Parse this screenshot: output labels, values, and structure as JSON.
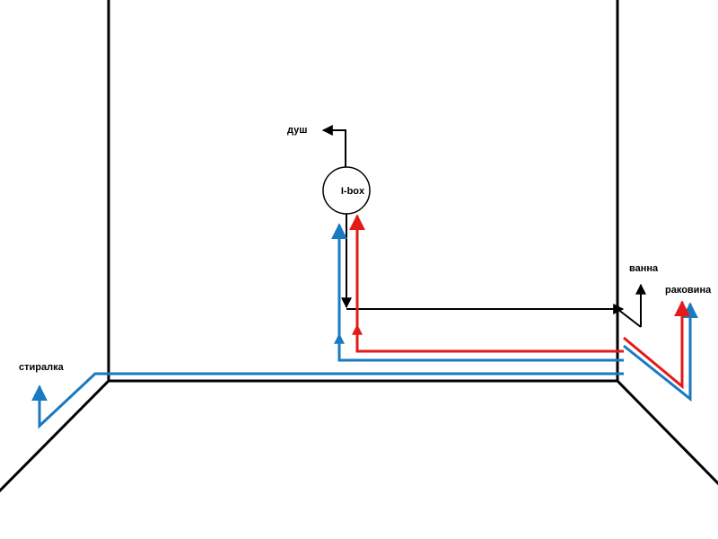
{
  "labels": {
    "shower": "душ",
    "ibox": "I-box",
    "bath": "ванна",
    "sink": "раковина",
    "washer": "стиралка"
  },
  "colors": {
    "walls": "#000000",
    "cold_water": "#1a7abf",
    "hot_water": "#e41a1a",
    "drain": "#000000"
  }
}
